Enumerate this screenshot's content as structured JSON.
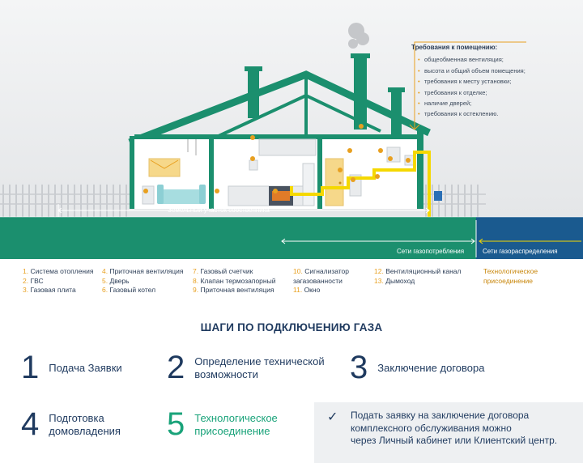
{
  "requirements": {
    "title": "Требования к помещению:",
    "items": [
      "общеобменная вентиляция;",
      "высота и общий объем помещения;",
      "требования к месту установки;",
      "требования к отделке;",
      "наличие дверей;",
      "требования к остеклению."
    ]
  },
  "labels": {
    "land": "Земельный участок собственника",
    "consumption": "Сети газопотребления",
    "distribution": "Сети газораспределения"
  },
  "legend": {
    "col1": [
      {
        "num": "1.",
        "text": "Система отопления"
      },
      {
        "num": "2.",
        "text": "ГВС"
      },
      {
        "num": "3.",
        "text": "Газовая плита"
      }
    ],
    "col2": [
      {
        "num": "4.",
        "text": "Приточная вентиляция"
      },
      {
        "num": "5.",
        "text": "Дверь"
      },
      {
        "num": "6.",
        "text": "Газовый котел"
      }
    ],
    "col3": [
      {
        "num": "7.",
        "text": "Газовый счетчик"
      },
      {
        "num": "8.",
        "text": "Клапан термозапорный"
      },
      {
        "num": "9.",
        "text": "Приточная вентиляция"
      }
    ],
    "col4": [
      {
        "num": "10.",
        "text": "Сигнализатор"
      },
      {
        "num": "",
        "text": "загазованности"
      },
      {
        "num": "11.",
        "text": "Окно"
      }
    ],
    "col5": [
      {
        "num": "12.",
        "text": "Вентиляционный канал"
      },
      {
        "num": "13.",
        "text": "Дымоход"
      }
    ],
    "tech_line1": "Технологическое",
    "tech_line2": "присоединение"
  },
  "steps_title": "ШАГИ ПО ПОДКЛЮЧЕНИЮ ГАЗА",
  "steps": [
    {
      "num": "1",
      "line1": "Подача Заявки",
      "line2": ""
    },
    {
      "num": "2",
      "line1": "Определение технической",
      "line2": "возможности"
    },
    {
      "num": "3",
      "line1": "Заключение договора",
      "line2": ""
    },
    {
      "num": "4",
      "line1": "Подготовка",
      "line2": "домовладения"
    },
    {
      "num": "5",
      "line1": "Технологическое",
      "line2": "присоединение"
    }
  ],
  "note": {
    "icon": "check-icon",
    "line1": "Подать заявку на заключение договора",
    "line2": "комплексного обслуживания можно",
    "line3": "через Личный кабинет или Клиентский центр."
  },
  "colors": {
    "teal": "#1b8f6e",
    "yellow": "#f5d800",
    "orange": "#e8a020",
    "navy": "#1f3a5f",
    "blue": "#2a6fb5",
    "green_text": "#1aa37a"
  }
}
